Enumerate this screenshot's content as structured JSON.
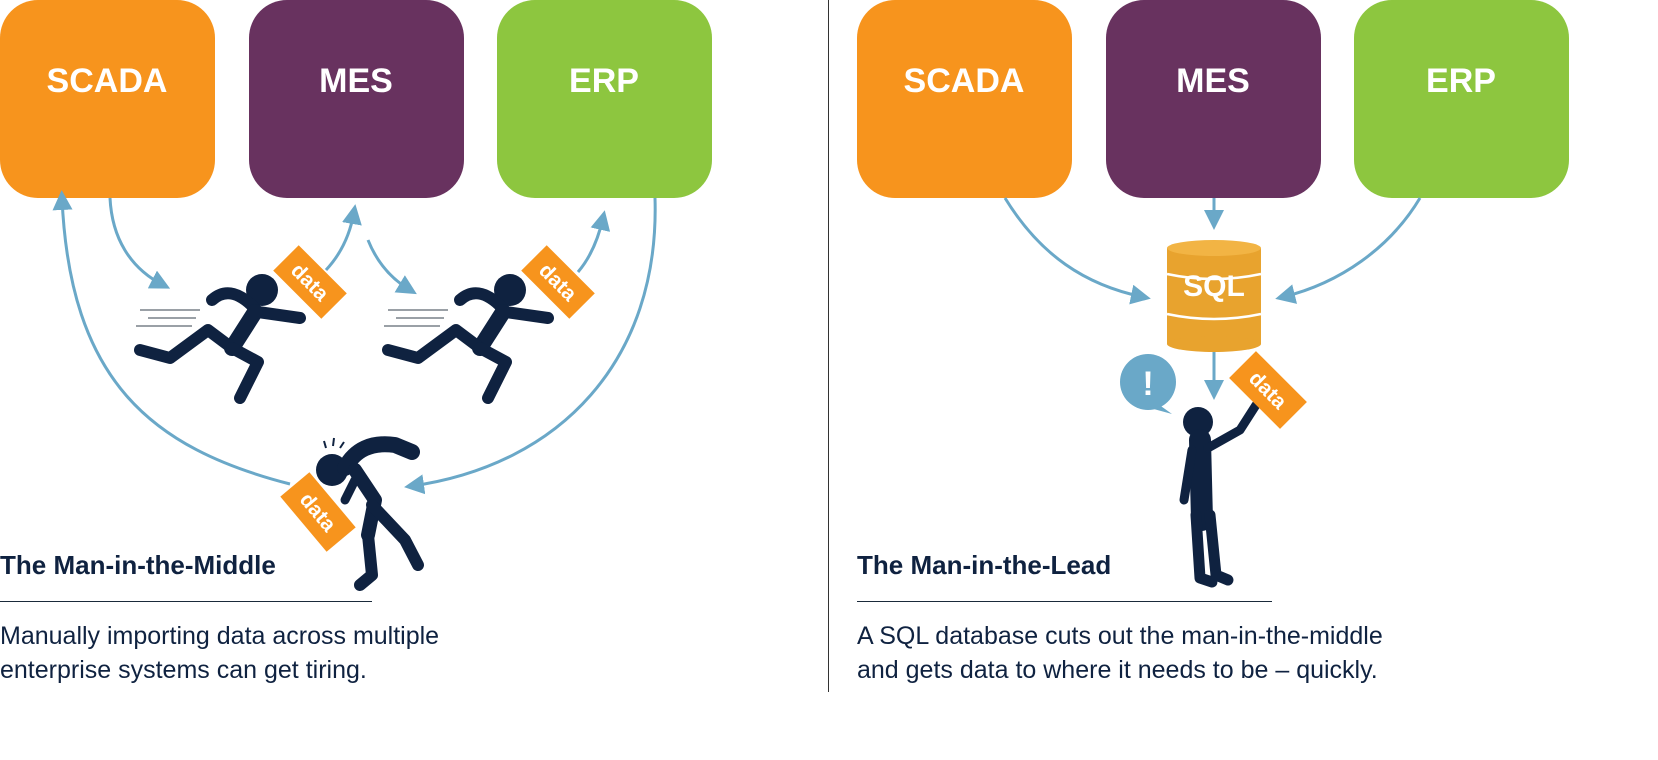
{
  "colors": {
    "scada": "#f7941d",
    "mes": "#68325f",
    "erp": "#8dc63f",
    "arrow": "#6aa8c8",
    "figure": "#0f2240",
    "tag": "#f7941d",
    "sql": "#e8a32e",
    "bubble": "#6aa8c8"
  },
  "left": {
    "boxes": [
      {
        "label": "SCADA"
      },
      {
        "label": "MES"
      },
      {
        "label": "ERP"
      }
    ],
    "tags": [
      "data",
      "data",
      "data"
    ],
    "title": "The Man-in-the-Middle",
    "description_lines": [
      "Manually importing data across multiple",
      "enterprise systems can get tiring."
    ]
  },
  "right": {
    "boxes": [
      {
        "label": "SCADA"
      },
      {
        "label": "MES"
      },
      {
        "label": "ERP"
      }
    ],
    "database_label": "SQL",
    "bubble_label": "!",
    "tag": "data",
    "title": "The Man-in-the-Lead",
    "description_lines": [
      "A SQL database cuts out the man-in-the-middle",
      "and gets data to where it needs to be – quickly."
    ]
  },
  "icons": [
    "running-person-icon",
    "stooped-person-icon",
    "standing-person-icon",
    "database-icon",
    "speech-bubble-icon",
    "data-tag-icon",
    "arrow-icon"
  ]
}
